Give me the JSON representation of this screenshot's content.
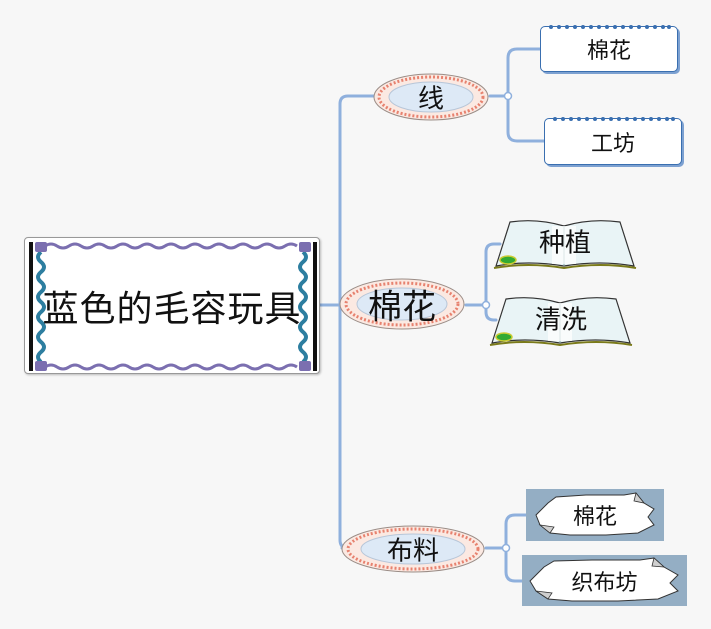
{
  "root": {
    "label": "蓝色的毛容玩具"
  },
  "branches": [
    {
      "label": "线",
      "children": [
        {
          "label": "棉花"
        },
        {
          "label": "工坊"
        }
      ]
    },
    {
      "label": "棉花",
      "children": [
        {
          "label": "种植"
        },
        {
          "label": "清洗"
        }
      ]
    },
    {
      "label": "布料",
      "children": [
        {
          "label": "棉花"
        },
        {
          "label": "织布坊"
        }
      ]
    }
  ],
  "colors": {
    "connector": "#8fb0dd",
    "plate_rim": "#e7826f",
    "plate_center": "#dde9f6",
    "box_border": "#3a6fb0",
    "torn_bg": "#94aec4"
  }
}
